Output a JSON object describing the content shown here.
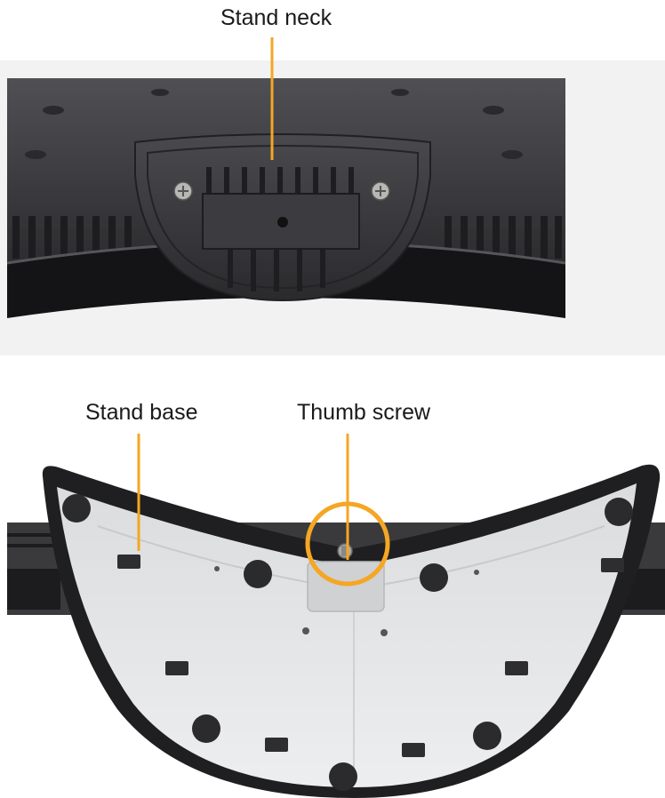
{
  "labels": {
    "stand_neck": "Stand neck",
    "stand_base": "Stand base",
    "thumb_screw": "Thumb screw"
  },
  "colors": {
    "callout": "#f5a623",
    "label_text": "#1a1a1a",
    "tv_body": "#3a3a3c",
    "stand_plate": "#e4e6e8",
    "stand_rim": "#1f1f21"
  },
  "icons": {
    "screw": "screw-icon",
    "foot": "rubber-foot-icon",
    "clip": "cable-clip-icon"
  }
}
